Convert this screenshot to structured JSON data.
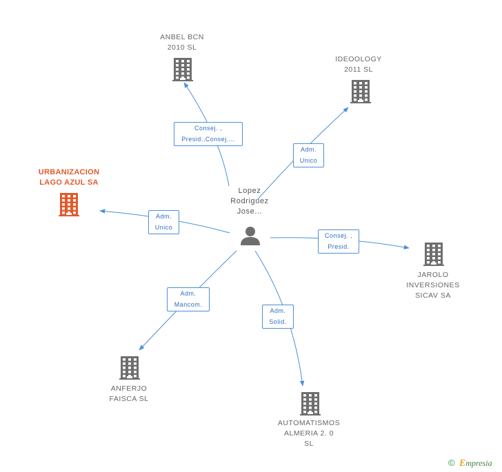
{
  "center": {
    "name_lines": [
      "Lopez",
      "Rodriguez",
      "Jose..."
    ]
  },
  "companies": [
    {
      "id": "anbel",
      "lines": [
        "ANBEL BCN",
        "2010 SL"
      ],
      "highlight": false
    },
    {
      "id": "ideoology",
      "lines": [
        "IDEOOLOGY",
        "2011  SL"
      ],
      "highlight": false
    },
    {
      "id": "urbanizacion",
      "lines": [
        "URBANIZACION",
        "LAGO AZUL SA"
      ],
      "highlight": true
    },
    {
      "id": "jarolo",
      "lines": [
        "JAROLO",
        "INVERSIONES",
        "SICAV SA"
      ],
      "highlight": false
    },
    {
      "id": "anferjo",
      "lines": [
        "ANFERJO",
        "FAISCA SL"
      ],
      "highlight": false
    },
    {
      "id": "automatismos",
      "lines": [
        "AUTOMATISMOS",
        "ALMERIA 2. 0",
        "SL"
      ],
      "highlight": false
    }
  ],
  "relations": [
    {
      "to": "anbel",
      "label_lines": [
        "Consej. ,",
        "Presid.,Consej...."
      ]
    },
    {
      "to": "ideoology",
      "label_lines": [
        "Adm.",
        "Unico"
      ]
    },
    {
      "to": "urbanizacion",
      "label_lines": [
        "Adm.",
        "Unico"
      ]
    },
    {
      "to": "jarolo",
      "label_lines": [
        "Consej. ,",
        "Presid."
      ]
    },
    {
      "to": "anferjo",
      "label_lines": [
        "Adm.",
        "Mancom."
      ]
    },
    {
      "to": "automatismos",
      "label_lines": [
        "Adm.",
        "Solid."
      ]
    }
  ],
  "colors": {
    "edge": "#4a8fd8",
    "building": "#6e6e6e",
    "highlight": "#e25a2c",
    "person": "#6e6e6e"
  },
  "footer": {
    "copyright_symbol": "©",
    "brand_first": "E",
    "brand_rest": "mpresia"
  }
}
